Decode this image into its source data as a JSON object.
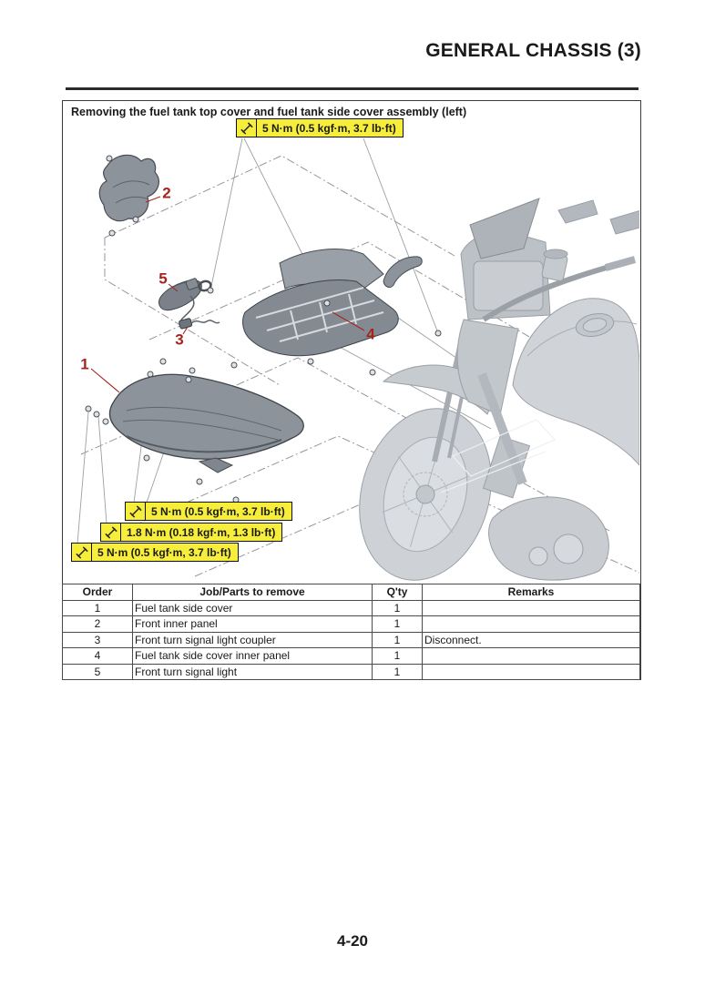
{
  "header": {
    "title": "GENERAL CHASSIS (3)"
  },
  "figure": {
    "title": "Removing the fuel tank top cover and fuel tank side cover assembly (left)",
    "torque_top": "5 N·m (0.5 kgf·m, 3.7 lb·ft)",
    "torque_bottom": [
      "5 N·m (0.5 kgf·m, 3.7 lb·ft)",
      "1.8 N·m (0.18 kgf·m, 1.3 lb·ft)",
      "5 N·m (0.5 kgf·m, 3.7 lb·ft)"
    ],
    "part_labels": [
      "1",
      "2",
      "3",
      "4",
      "5"
    ],
    "colors": {
      "callout_bg": "#f6ee3b",
      "label_red": "#a5251d",
      "line_gray": "#93979c"
    },
    "icons": {
      "wrench": "wrench-icon"
    }
  },
  "table": {
    "headers": [
      "Order",
      "Job/Parts to remove",
      "Q'ty",
      "Remarks"
    ],
    "rows": [
      {
        "order": "1",
        "job": "Fuel tank side cover",
        "qty": "1",
        "remarks": ""
      },
      {
        "order": "2",
        "job": "Front inner panel",
        "qty": "1",
        "remarks": ""
      },
      {
        "order": "3",
        "job": "Front turn signal light coupler",
        "qty": "1",
        "remarks": "Disconnect."
      },
      {
        "order": "4",
        "job": "Fuel tank side cover inner panel",
        "qty": "1",
        "remarks": ""
      },
      {
        "order": "5",
        "job": "Front turn signal light",
        "qty": "1",
        "remarks": ""
      }
    ]
  },
  "footer": {
    "page_number": "4-20"
  }
}
